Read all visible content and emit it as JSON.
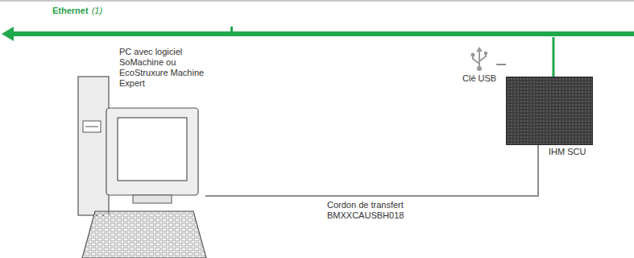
{
  "diagram": {
    "nodes": [
      {
        "text": [
          "Ethernet",
          "(1)"
        ]
      },
      {
        "text": [
          "PC avec logiciel SoMachine ou EcoStruxure Machine Expert"
        ]
      },
      {
        "text": [
          "Clé USB"
        ]
      },
      {
        "text": [
          "IHM SCU"
        ]
      }
    ],
    "edges": [
      {
        "from": 0,
        "to": 3,
        "arrow": "none"
      },
      {
        "from": 1,
        "to": 3,
        "label": "Cordon de transfert BMXXCAUSBH018",
        "arrow": "none"
      },
      {
        "from": 2,
        "to": 3,
        "arrow": "none"
      }
    ]
  }
}
